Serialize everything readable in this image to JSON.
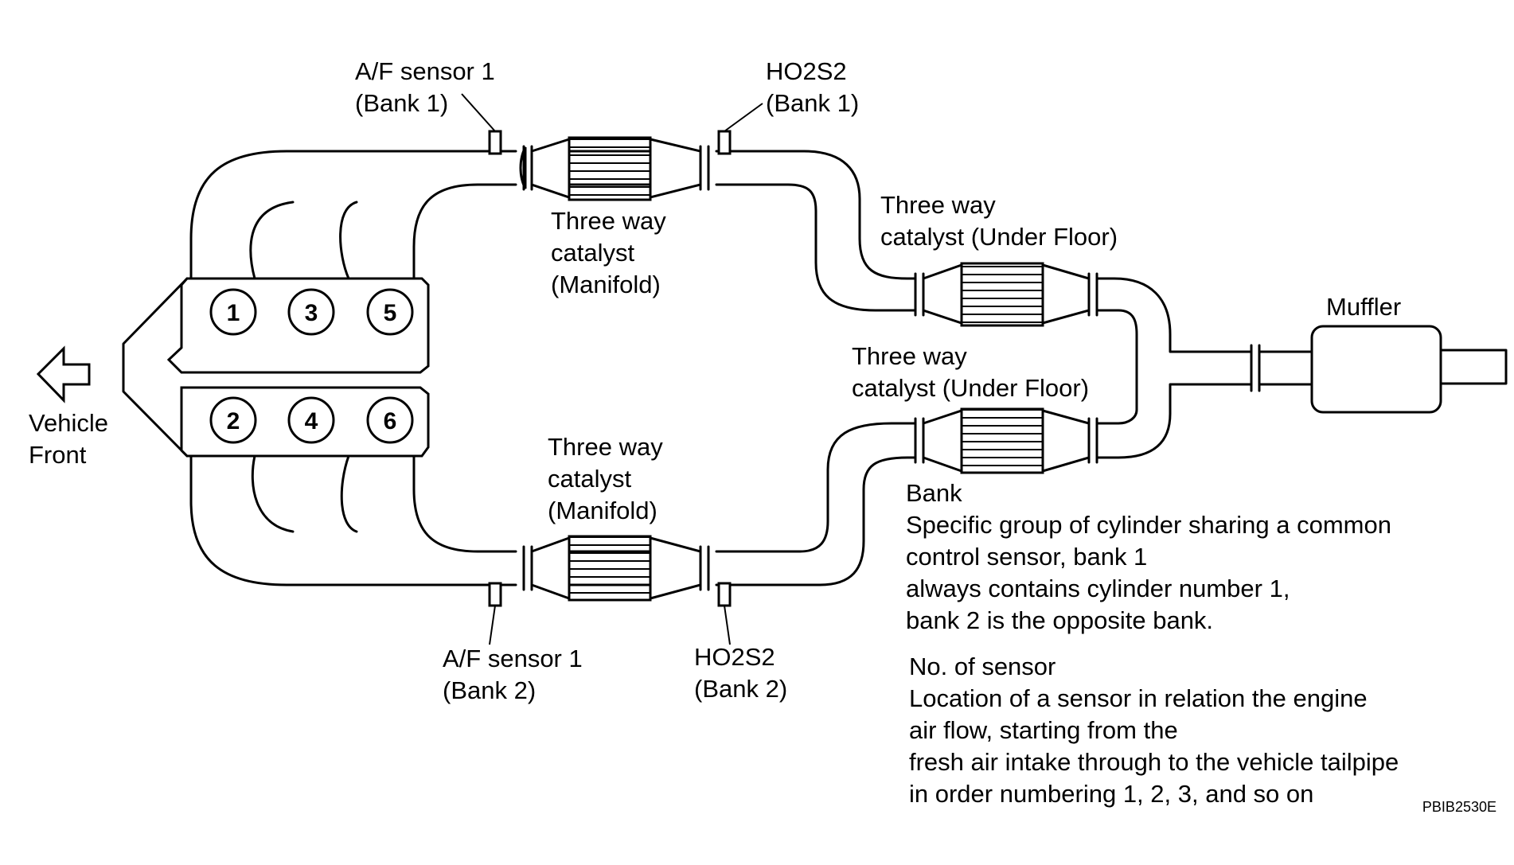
{
  "labels": {
    "af_bank1_line1": "A/F sensor 1",
    "af_bank1_line2": "(Bank 1)",
    "ho2s2_bank1_line1": "HO2S2",
    "ho2s2_bank1_line2": "(Bank 1)",
    "cat_manifold_top_line1": "Three way",
    "cat_manifold_top_line2": "catalyst",
    "cat_manifold_top_line3": "(Manifold)",
    "cat_underfloor_top_line1": "Three way",
    "cat_underfloor_top_line2": "catalyst (Under Floor)",
    "cat_underfloor_bottom_line1": "Three way",
    "cat_underfloor_bottom_line2": "catalyst (Under Floor)",
    "cat_manifold_bottom_line1": "Three way",
    "cat_manifold_bottom_line2": "catalyst",
    "cat_manifold_bottom_line3": "(Manifold)",
    "muffler": "Muffler",
    "vehicle_front_line1": "Vehicle",
    "vehicle_front_line2": "Front",
    "af_bank2_line1": "A/F sensor 1",
    "af_bank2_line2": "(Bank 2)",
    "ho2s2_bank2_line1": "HO2S2",
    "ho2s2_bank2_line2": "(Bank 2)"
  },
  "cylinders": {
    "bank1": [
      "1",
      "3",
      "5"
    ],
    "bank2": [
      "2",
      "4",
      "6"
    ]
  },
  "notes": {
    "bank_title": "Bank",
    "bank_lines": [
      "Specific group of cylinder sharing a common",
      "control sensor, bank 1",
      "always contains cylinder number 1,",
      "bank 2 is the opposite bank."
    ],
    "sensor_title": "No. of sensor",
    "sensor_lines": [
      "Location of a sensor in relation the engine",
      "air flow, starting from the",
      "fresh air intake through to the vehicle tailpipe",
      "in order numbering 1, 2, 3, and so on"
    ]
  },
  "figure_code": "PBIB2530E",
  "icons": {
    "vehicle_front": "arrow-left-outline-icon"
  }
}
